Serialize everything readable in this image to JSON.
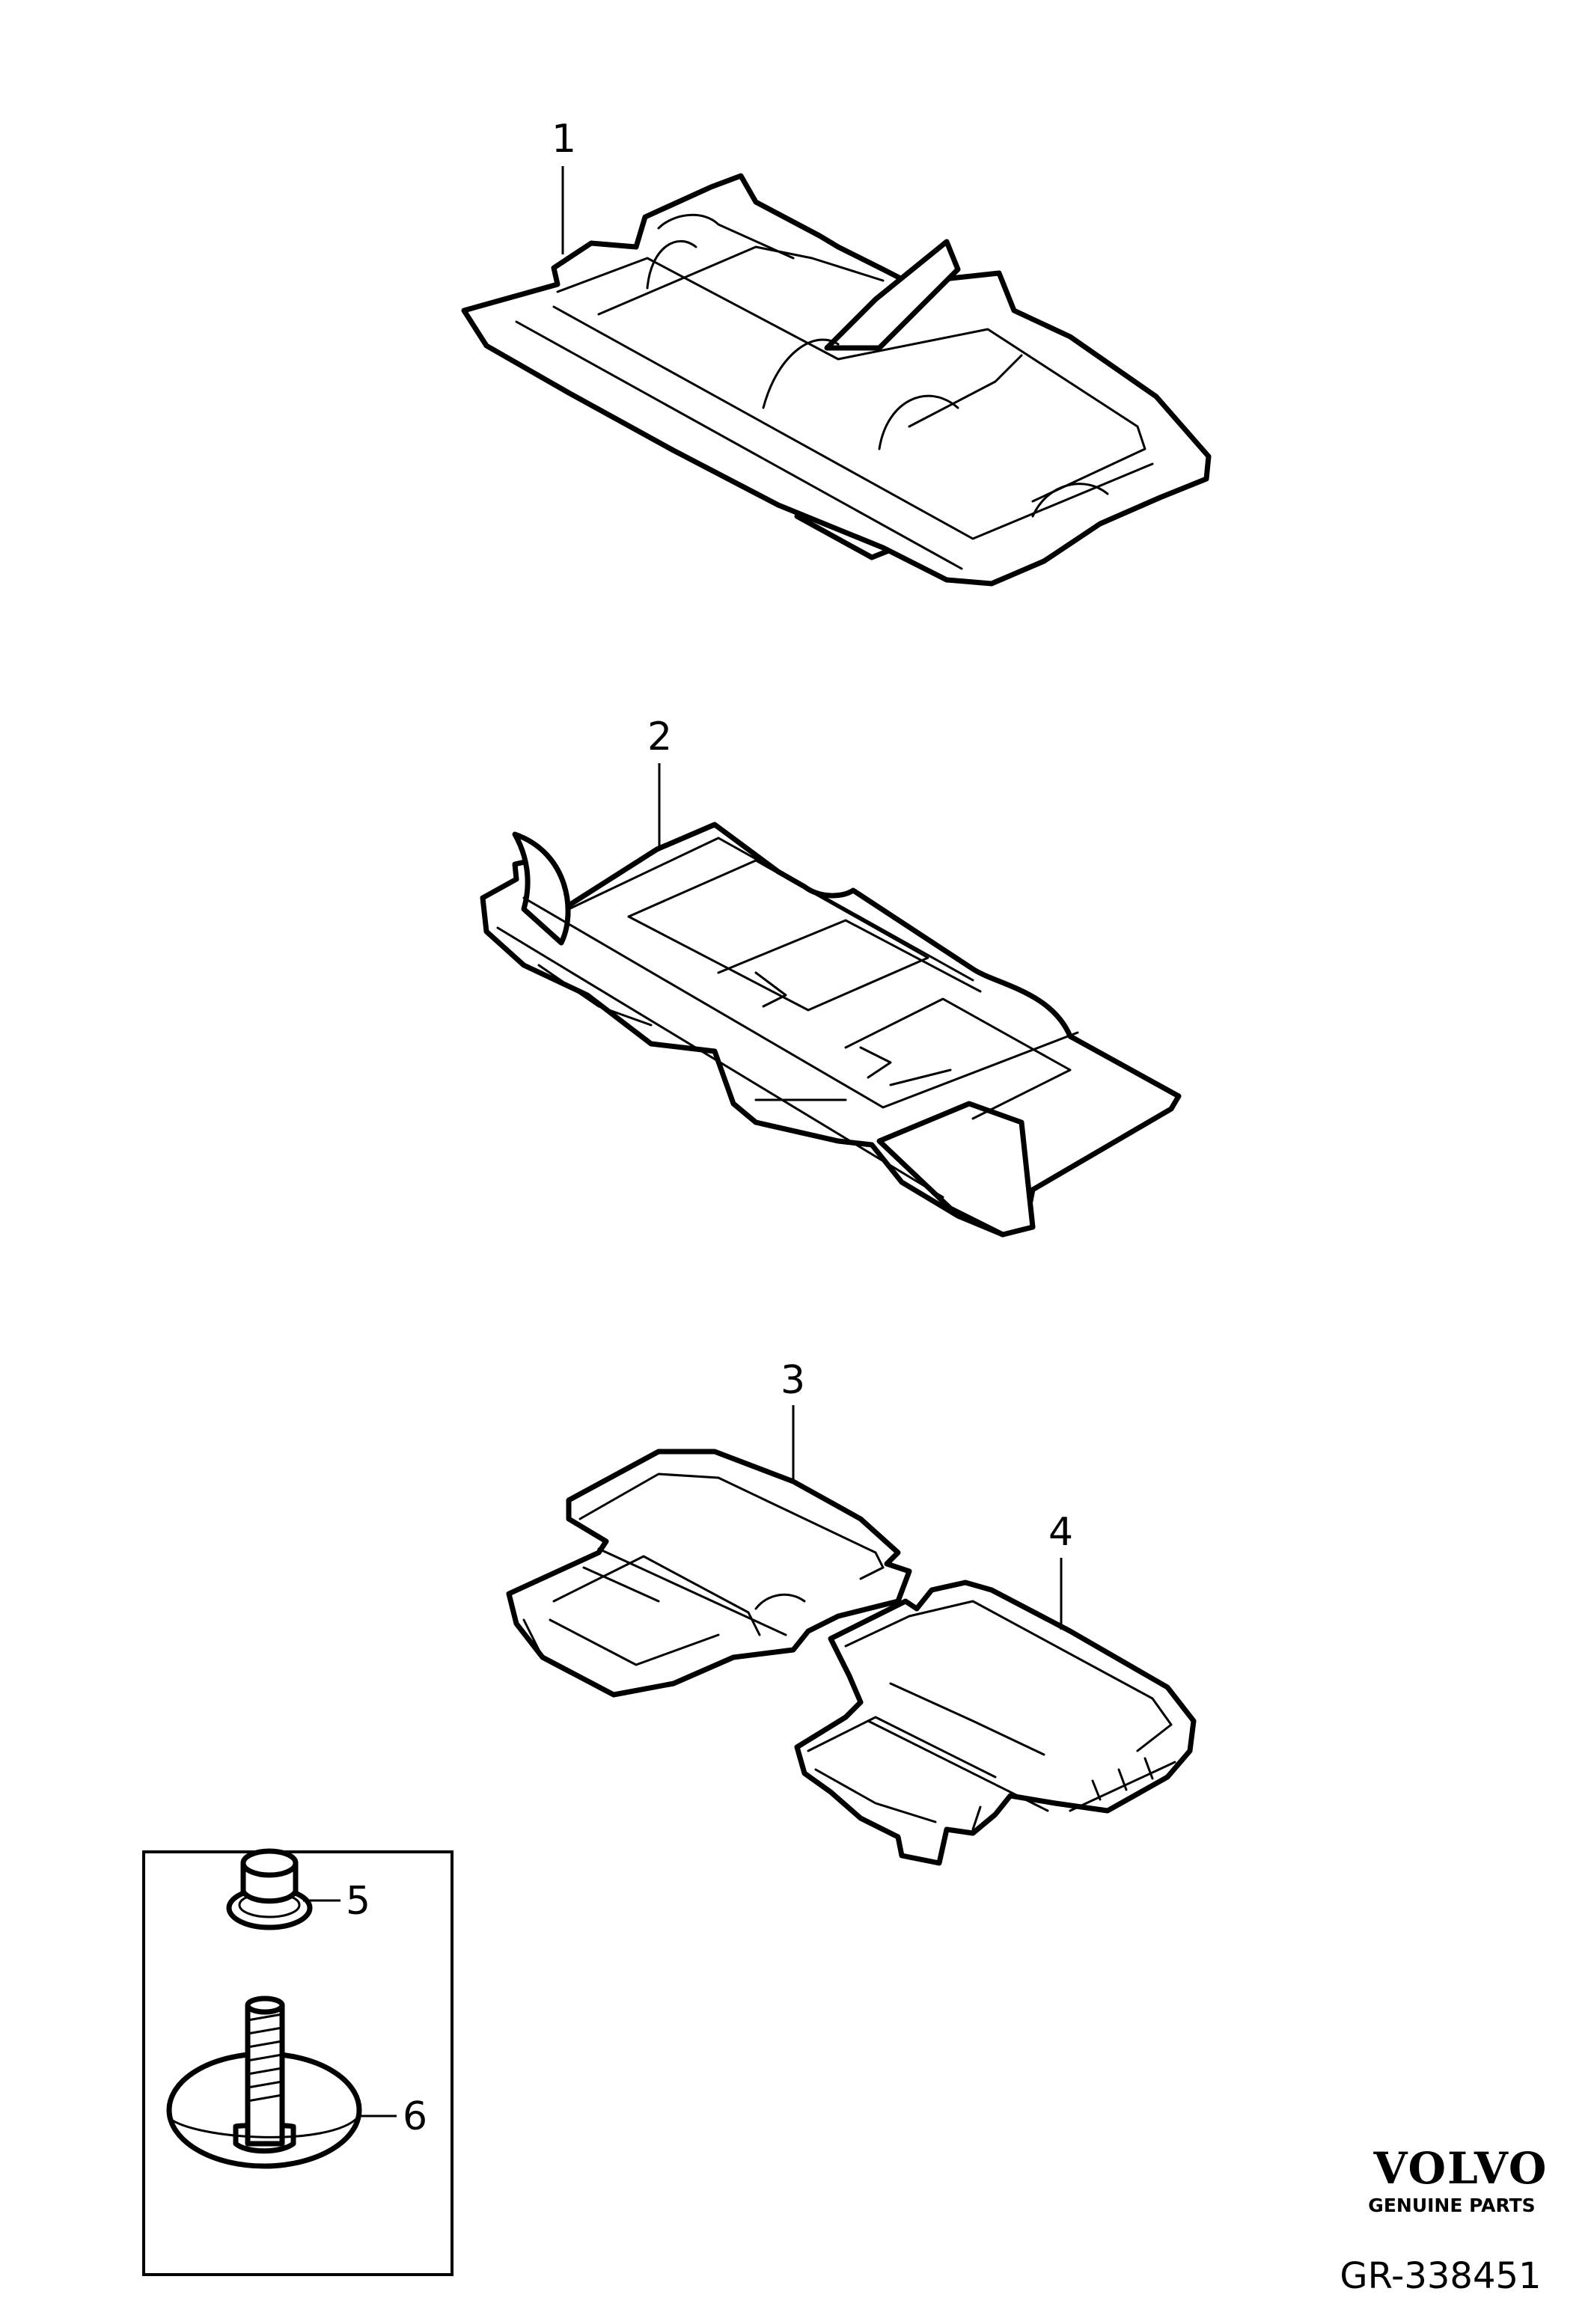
{
  "callouts": {
    "item1": "1",
    "item2": "2",
    "item3": "3",
    "item4": "4",
    "item5": "5",
    "item6": "6"
  },
  "footer": {
    "brand": "VOLVO",
    "tagline": "GENUINE PARTS",
    "reference": "GR-338451"
  }
}
